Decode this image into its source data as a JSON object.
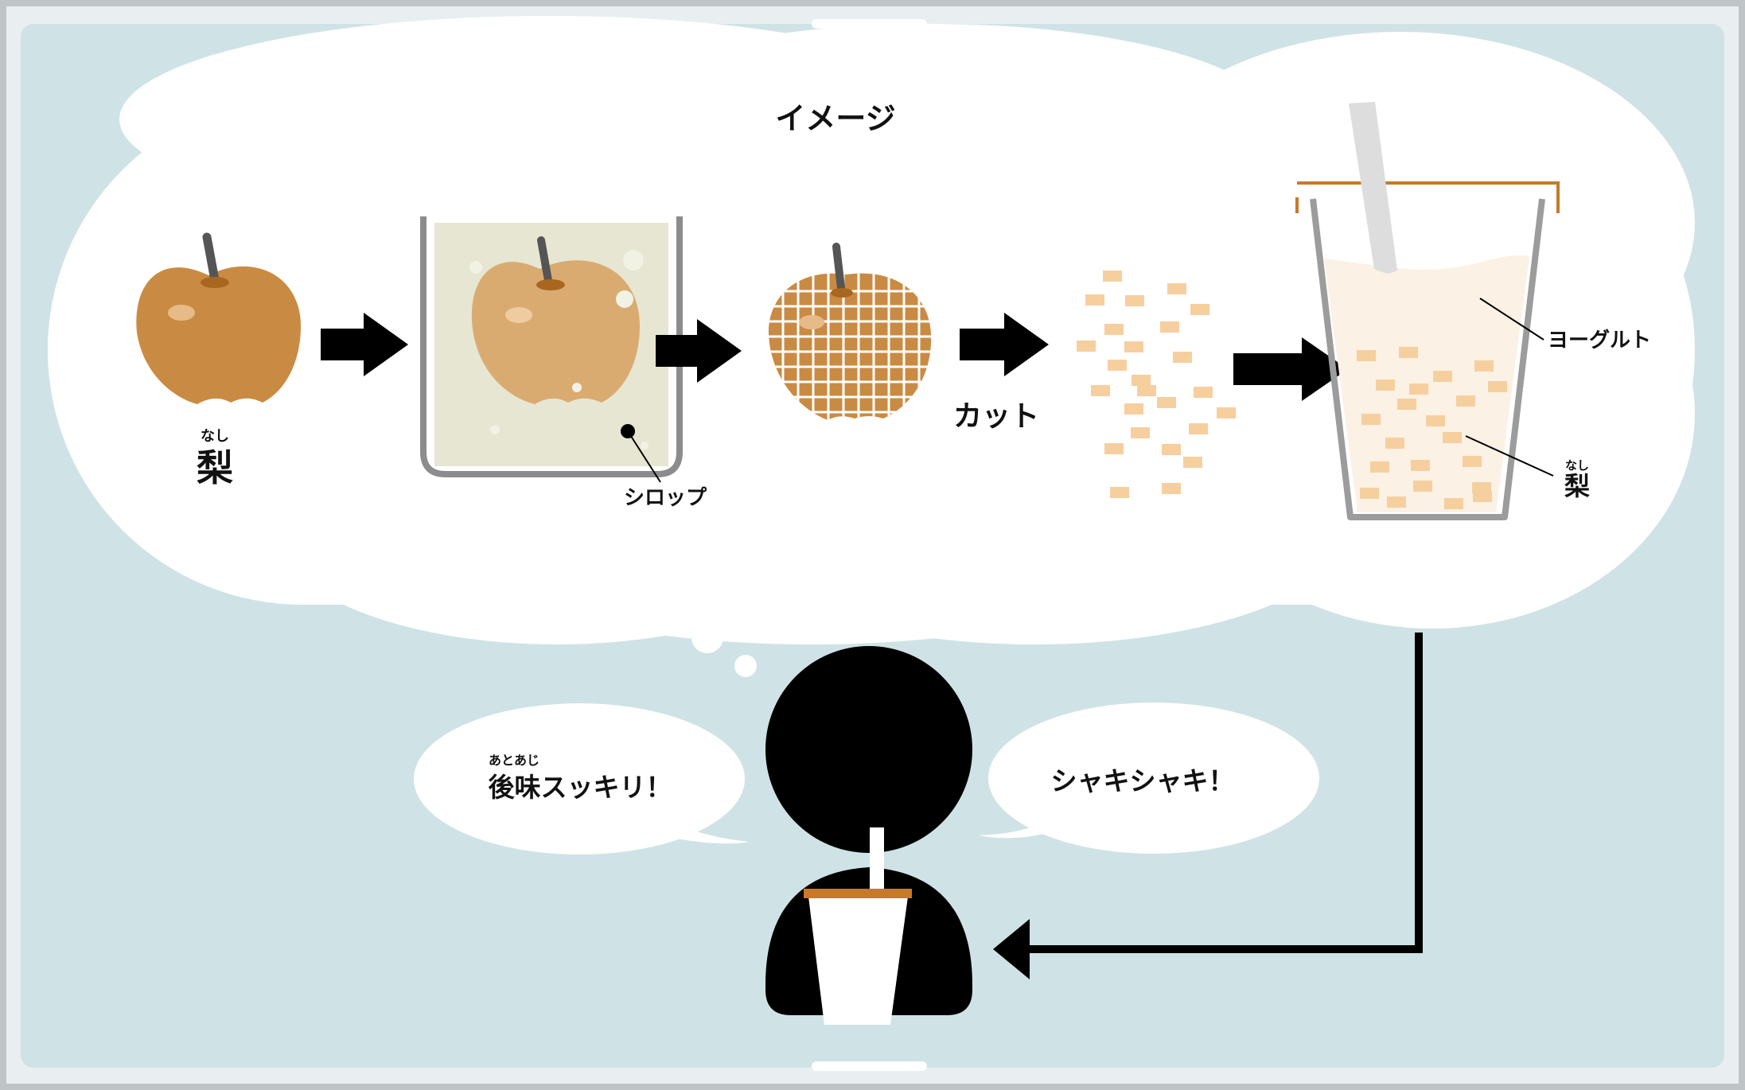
{
  "title": "イメージ",
  "labels": {
    "pear_reading": "なし",
    "pear": "梨",
    "syrup": "シロップ",
    "cut": "カット",
    "yogurt": "ヨーグルト",
    "pear2_reading": "なし",
    "pear2": "梨"
  },
  "speech": {
    "left_reading": "あとあじ",
    "left": "後味スッキリ！",
    "right": "シャキシャキ！"
  },
  "colors": {
    "background": "#cfe3e6",
    "frame": "#c3c8ca",
    "pear": "#c98b43",
    "pear_light": "#d9ab71",
    "syrup": "#e6e6d2",
    "pear_cube": "#f6cf9f",
    "yogurt": "#fbf1e4",
    "cup_lid": "#c8792a",
    "ink": "#000000"
  }
}
